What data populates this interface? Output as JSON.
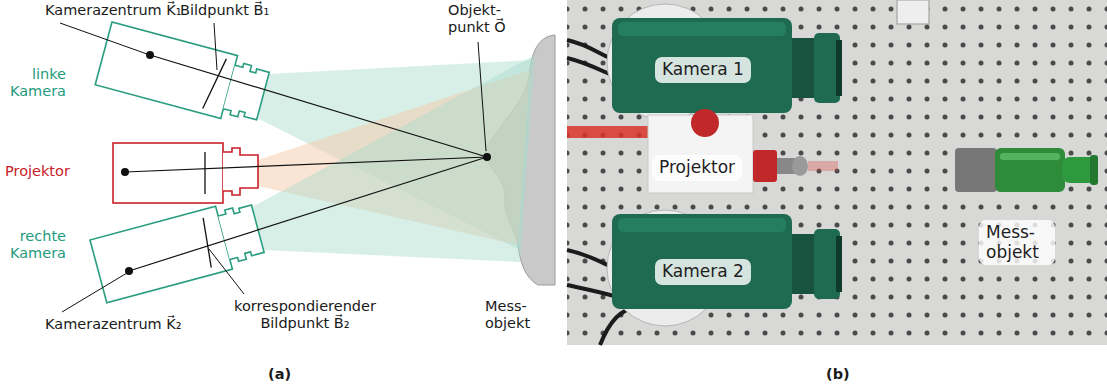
{
  "diagram": {
    "nodes": [
      {
        "text": [
          "Kamera 1"
        ]
      },
      {
        "text": [
          "Projektor"
        ]
      },
      {
        "text": [
          "Kamera 2"
        ]
      },
      {
        "text": [
          "Mess- objekt"
        ]
      }
    ],
    "labels": [
      "Kamerazentrum K⃗₁",
      "Bildpunkt B⃗₁",
      "Objekt- punkt O⃗",
      "linke Kamera",
      "Projektor",
      "rechte Kamera",
      "Kamerazentrum K⃗₂",
      "korrespondierender Bildpunkt B⃗₂",
      "Mess- objekt",
      "(a)",
      "(b)"
    ]
  }
}
